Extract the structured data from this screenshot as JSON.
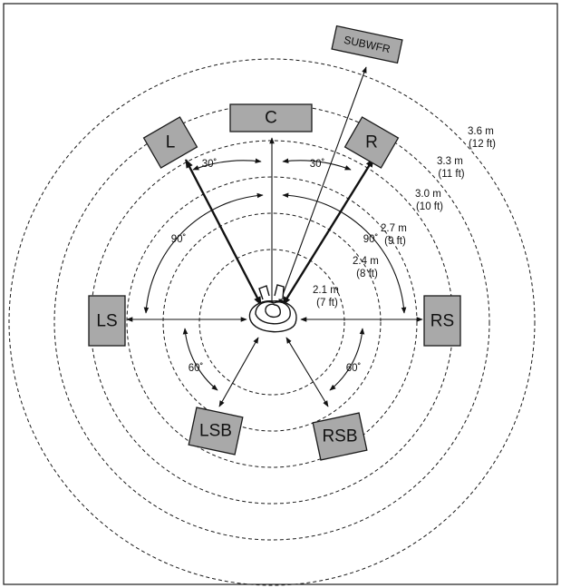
{
  "speakers": {
    "c": {
      "label": "C"
    },
    "l": {
      "label": "L"
    },
    "r": {
      "label": "R"
    },
    "ls": {
      "label": "LS"
    },
    "rs": {
      "label": "RS"
    },
    "lsb": {
      "label": "LSB"
    },
    "rsb": {
      "label": "RSB"
    },
    "sub": {
      "label": "SUBWFR"
    }
  },
  "distances": [
    {
      "meters": "2.1 m",
      "feet": "(7 ft)"
    },
    {
      "meters": "2.4 m",
      "feet": "(8 ft)"
    },
    {
      "meters": "2.7 m",
      "feet": "(9 ft)"
    },
    {
      "meters": "3.0 m",
      "feet": "(10 ft)"
    },
    {
      "meters": "3.3 m",
      "feet": "(11 ft)"
    },
    {
      "meters": "3.6 m",
      "feet": "(12 ft)"
    }
  ],
  "angles": {
    "front_left": "30˚",
    "front_right": "30˚",
    "side_left": "90˚",
    "side_right": "90˚",
    "rear_left": "60˚",
    "rear_right": "60˚"
  },
  "colors": {
    "speaker_fill": "#a9a9a9",
    "line": "#1a1a1a",
    "background": "#ffffff"
  }
}
